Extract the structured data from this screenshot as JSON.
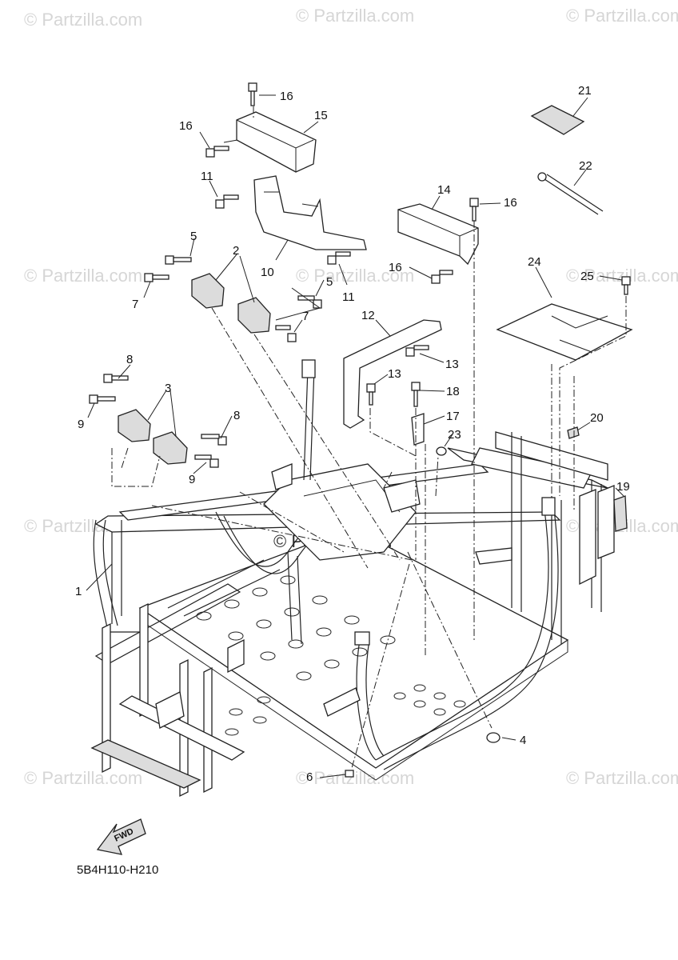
{
  "watermarks": {
    "corner": "© Partzilla.com",
    "center": "© Partzilla.com"
  },
  "diagram_code": "5B4H110-H210",
  "fwd_label": "FWD",
  "callouts": {
    "c1": "1",
    "c2": "2",
    "c3": "3",
    "c4": "4",
    "c5a": "5",
    "c5b": "5",
    "c6": "6",
    "c7a": "7",
    "c7b": "7",
    "c8a": "8",
    "c8b": "8",
    "c9a": "9",
    "c9b": "9",
    "c10": "10",
    "c11a": "11",
    "c11b": "11",
    "c12": "12",
    "c13a": "13",
    "c13b": "13",
    "c14": "14",
    "c15": "15",
    "c16a": "16",
    "c16b": "16",
    "c16c": "16",
    "c16d": "16",
    "c17": "17",
    "c18": "18",
    "c19": "19",
    "c20": "20",
    "c21": "21",
    "c22": "22",
    "c23": "23",
    "c24": "24",
    "c25": "25"
  }
}
